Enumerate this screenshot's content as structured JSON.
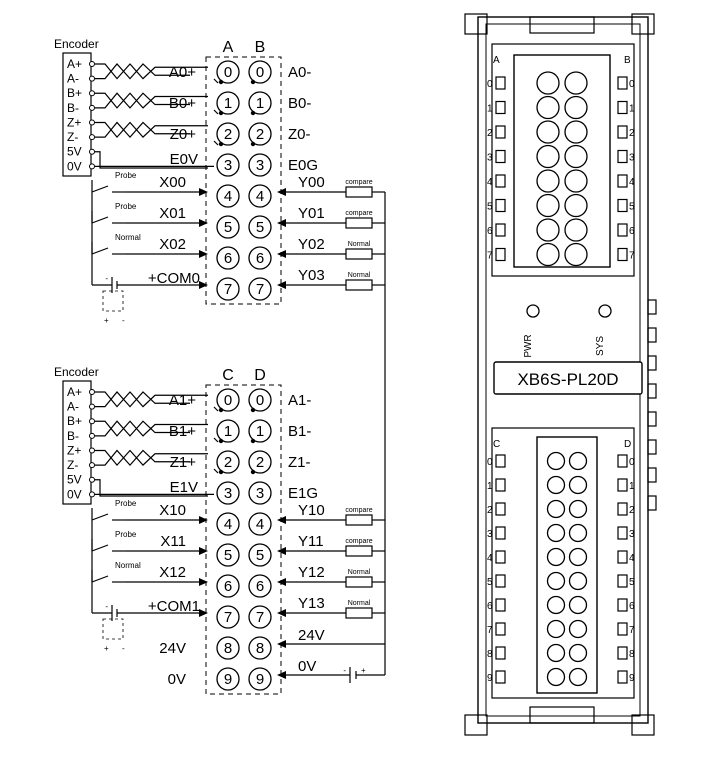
{
  "blocks": [
    {
      "encoder_label": "Encoder",
      "encoder_pins": [
        "A+",
        "A-",
        "B+",
        "B-",
        "Z+",
        "Z-",
        "5V",
        "0V"
      ],
      "col_left": "A",
      "col_right": "B",
      "numbers": [
        "0",
        "1",
        "2",
        "3",
        "4",
        "5",
        "6",
        "7"
      ],
      "left_labels": [
        "A0+",
        "B0+",
        "Z0+",
        "E0V",
        "X00",
        "X01",
        "X02",
        "COM0"
      ],
      "right_labels": [
        "A0-",
        "B0-",
        "Z0-",
        "E0G",
        "Y00",
        "Y01",
        "Y02",
        "Y03"
      ],
      "switch_types": [
        "Probe",
        "Probe",
        "Normal"
      ],
      "load_types": [
        "compare",
        "compare",
        "Normal",
        "Normal"
      ]
    },
    {
      "encoder_label": "Encoder",
      "encoder_pins": [
        "A+",
        "A-",
        "B+",
        "B-",
        "Z+",
        "Z-",
        "5V",
        "0V"
      ],
      "col_left": "C",
      "col_right": "D",
      "numbers": [
        "0",
        "1",
        "2",
        "3",
        "4",
        "5",
        "6",
        "7",
        "8",
        "9"
      ],
      "left_labels": [
        "A1+",
        "B1+",
        "Z1+",
        "E1V",
        "X10",
        "X11",
        "X12",
        "COM1",
        "24V",
        "0V"
      ],
      "right_labels": [
        "A1-",
        "B1-",
        "Z1-",
        "E1G",
        "Y10",
        "Y11",
        "Y12",
        "Y13",
        "24V",
        "0V"
      ],
      "switch_types": [
        "Probe",
        "Probe",
        "Normal"
      ],
      "load_types": [
        "compare",
        "compare",
        "Normal",
        "Normal"
      ]
    }
  ],
  "supply_symbols": {
    "plus": "+",
    "minus": "-"
  },
  "module": {
    "name": "XB6S-PL20D",
    "led_pwr": "PWR",
    "led_sys": "SYS",
    "top_left_col": "A",
    "top_right_col": "B",
    "bottom_left_col": "C",
    "bottom_right_col": "D",
    "top_numbers": [
      "0",
      "1",
      "2",
      "3",
      "4",
      "5",
      "6",
      "7"
    ],
    "bottom_numbers": [
      "0",
      "1",
      "2",
      "3",
      "4",
      "5",
      "6",
      "7",
      "8",
      "9"
    ]
  }
}
